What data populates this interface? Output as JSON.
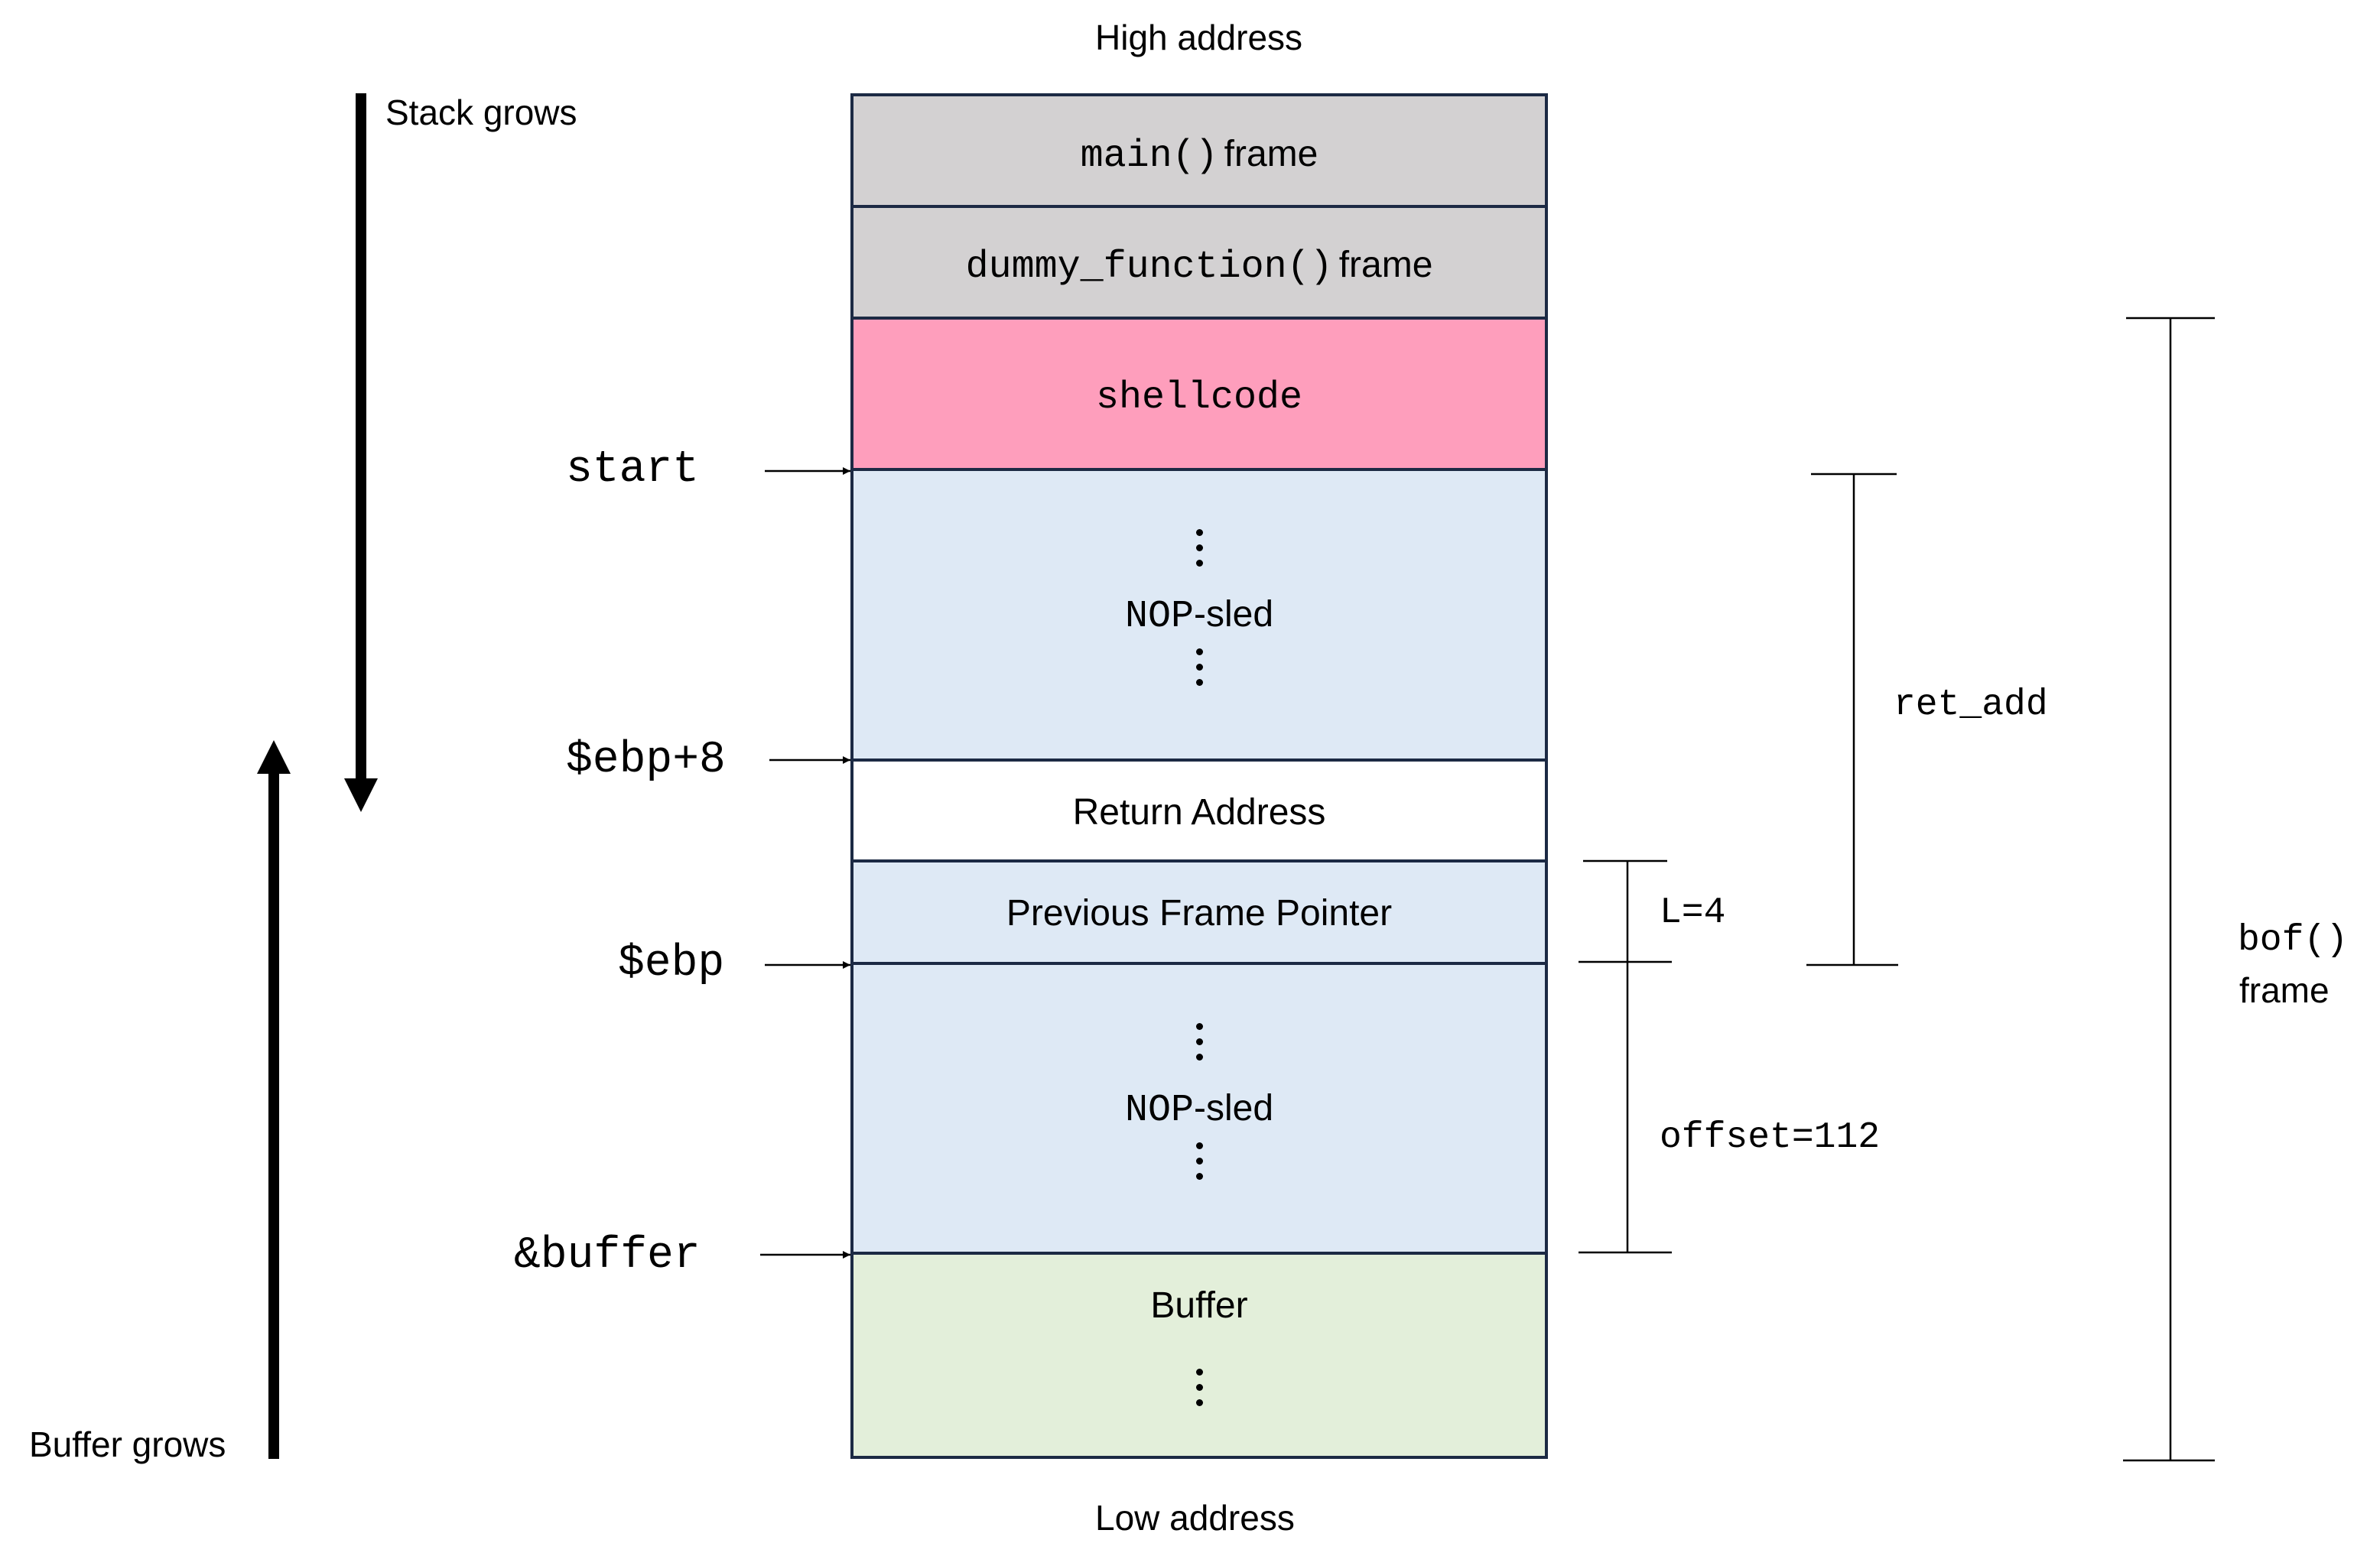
{
  "labels": {
    "high_address": "High address",
    "low_address": "Low address",
    "stack_grows": "Stack grows",
    "buffer_grows": "Buffer grows"
  },
  "pointers": {
    "start": "start",
    "ebp_plus_8": "$ebp+8",
    "ebp": "$ebp",
    "buffer_addr": "&buffer"
  },
  "blocks": [
    {
      "name": "main-frame",
      "code": "main()",
      "text": "frame",
      "color": "#d3d1d2"
    },
    {
      "name": "dummy-function-frame",
      "code": "dummy_function()",
      "text": "frame",
      "color": "#d3d1d2"
    },
    {
      "name": "shellcode",
      "code": "shellcode",
      "text": "",
      "color": "#fe9ebc"
    },
    {
      "name": "nop-sled-upper",
      "code": "NOP",
      "text": "-sled",
      "color": "#dee9f5"
    },
    {
      "name": "return-address",
      "code": "",
      "text": "Return Address",
      "color": "#ffffff"
    },
    {
      "name": "previous-frame-pointer",
      "code": "",
      "text": "Previous Frame Pointer",
      "color": "#dee9f5"
    },
    {
      "name": "nop-sled-lower",
      "code": "NOP",
      "text": "-sled",
      "color": "#dee9f5"
    },
    {
      "name": "buffer",
      "code": "",
      "text": "Buffer",
      "color": "#e3efda"
    }
  ],
  "measures": {
    "ret_add": "ret_add",
    "l4": "L=4",
    "offset": "offset=112",
    "bof_code": "bof()",
    "bof_text": "frame"
  },
  "colors": {
    "border": "#1c2a44",
    "ink": "#000000"
  }
}
